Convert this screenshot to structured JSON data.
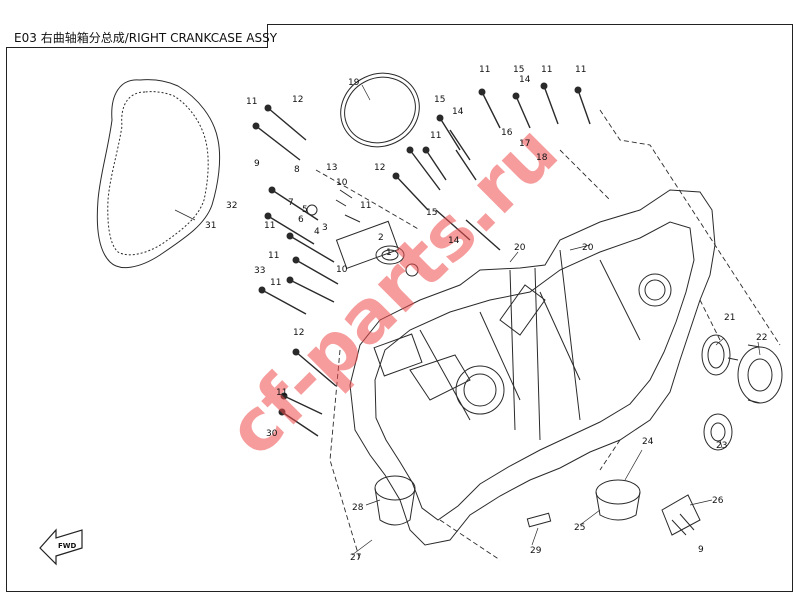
{
  "title": {
    "code": "E03",
    "text": "右曲轴箱分总成/RIGHT CRANKCASE ASSY"
  },
  "watermark": "cf-parts.ru",
  "fwd_label": "FWD",
  "callouts": [
    "11",
    "15",
    "14",
    "11",
    "11",
    "19",
    "15",
    "14",
    "11",
    "16",
    "17",
    "18",
    "12",
    "9",
    "8",
    "13",
    "10",
    "12",
    "11",
    "7",
    "5",
    "6",
    "3",
    "4",
    "11",
    "15",
    "14",
    "32",
    "31",
    "11",
    "2",
    "1",
    "10",
    "20",
    "20",
    "11",
    "33",
    "11",
    "12",
    "21",
    "22",
    "11",
    "30",
    "23",
    "24",
    "28",
    "25",
    "26",
    "29",
    "27",
    "9"
  ],
  "colors": {
    "line": "#2a2a2a",
    "watermark": "#ef4a4a"
  }
}
